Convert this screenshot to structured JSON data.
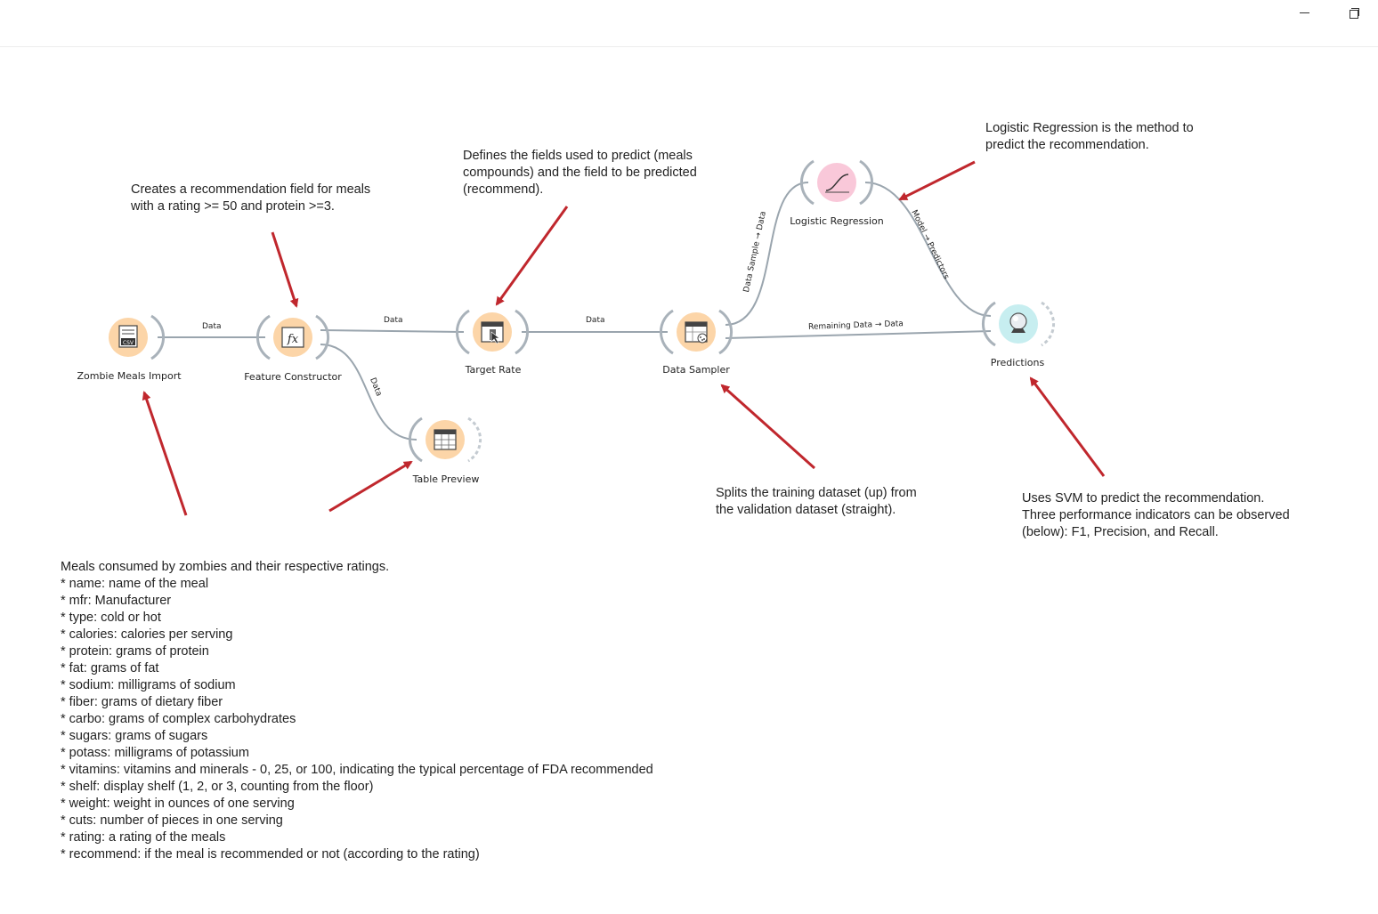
{
  "window": {
    "controls": {
      "minimize_icon": "minimize-icon",
      "restore_icon": "restore-icon"
    }
  },
  "nodes": {
    "import": {
      "label": "Zombie Meals Import",
      "icon": "csv-file-icon",
      "color": "#fcd5a8"
    },
    "feature": {
      "label": "Feature Constructor",
      "icon": "function-fx-icon",
      "color": "#fcd5a8"
    },
    "target": {
      "label": "Target Rate",
      "icon": "select-columns-icon",
      "color": "#fcd5a8"
    },
    "sampler": {
      "label": "Data Sampler",
      "icon": "dice-table-icon",
      "color": "#fcd5a8"
    },
    "preview": {
      "label": "Table Preview",
      "icon": "table-icon",
      "color": "#fcd5a8"
    },
    "logistic": {
      "label": "Logistic Regression",
      "icon": "sigmoid-curve-icon",
      "color": "#f9c8d9"
    },
    "predictions": {
      "label": "Predictions",
      "icon": "crystal-ball-icon",
      "color": "#c7eef0"
    }
  },
  "links": {
    "import_feature": "Data",
    "feature_target": "Data",
    "target_sampler": "Data",
    "feature_preview": "Data",
    "sampler_logistic": "Data Sample → Data",
    "logistic_predictions": "Model → Predictors",
    "sampler_predictions": "Remaining Data → Data"
  },
  "annotations": {
    "feature": [
      "Creates a recommendation field for meals",
      "with a rating >= 50 and protein >=3."
    ],
    "target": [
      "Defines the fields used to predict (meals",
      "compounds) and the field to be predicted",
      "(recommend)."
    ],
    "logistic": [
      "Logistic Regression is the method to",
      "predict the recommendation."
    ],
    "sampler": [
      "Splits the training dataset (up) from",
      "the validation dataset (straight)."
    ],
    "predictions": [
      "Uses SVM to predict the recommendation.",
      "Three performance indicators can be observed",
      "(below): F1, Precision, and Recall."
    ]
  },
  "description": [
    "Meals consumed by zombies and their respective ratings.",
    "* name: name of the meal",
    "* mfr: Manufacturer",
    "* type: cold or hot",
    "* calories: calories per serving",
    "* protein: grams of protein",
    "* fat: grams of fat",
    "* sodium: milligrams of sodium",
    "* fiber: grams of dietary fiber",
    "* carbo: grams of complex carbohydrates",
    "* sugars: grams of sugars",
    "* potass: milligrams of potassium",
    "* vitamins: vitamins and minerals - 0, 25, or 100, indicating the typical percentage of FDA recommended",
    "* shelf: display shelf (1, 2, or 3, counting from the floor)",
    "* weight: weight in ounces of one serving",
    "* cuts: number of pieces in one serving",
    "* rating: a rating of the meals",
    "* recommend: if the meal is recommended or not (according to the rating)"
  ],
  "colors": {
    "link": "#9aa5ae",
    "arrow": "#c0272d",
    "anchor": "#a9b2ba"
  }
}
